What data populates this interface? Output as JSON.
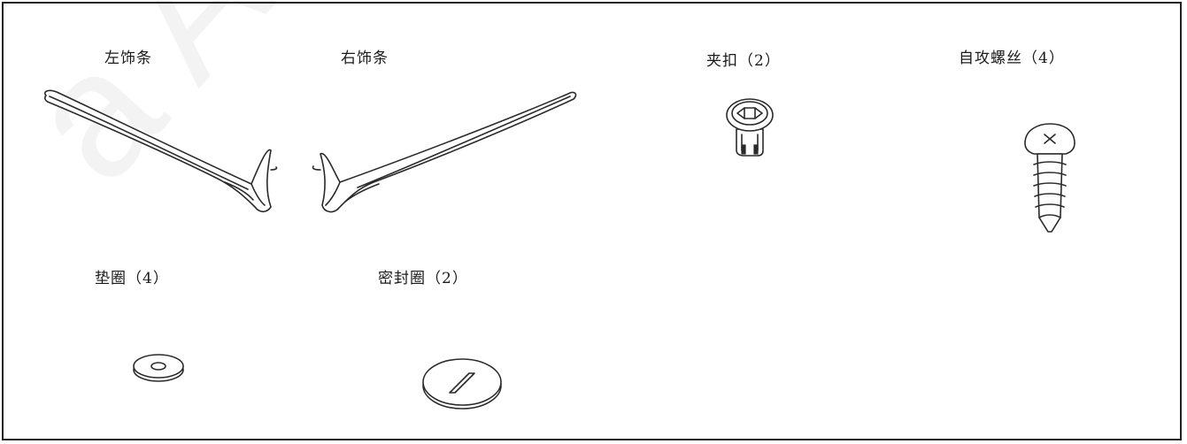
{
  "parts": [
    {
      "id": "left-trim",
      "label": "左饰条"
    },
    {
      "id": "right-trim",
      "label": "右饰条"
    },
    {
      "id": "clip",
      "label": "夹扣（2）"
    },
    {
      "id": "tapping-screw",
      "label": "自攻螺丝（4）"
    },
    {
      "id": "washer",
      "label": "垫圈（4）"
    },
    {
      "id": "seal-ring",
      "label": "密封圈（2）"
    }
  ],
  "colors": {
    "line": "#2a2a2a",
    "border": "#222222",
    "background": "#ffffff"
  }
}
